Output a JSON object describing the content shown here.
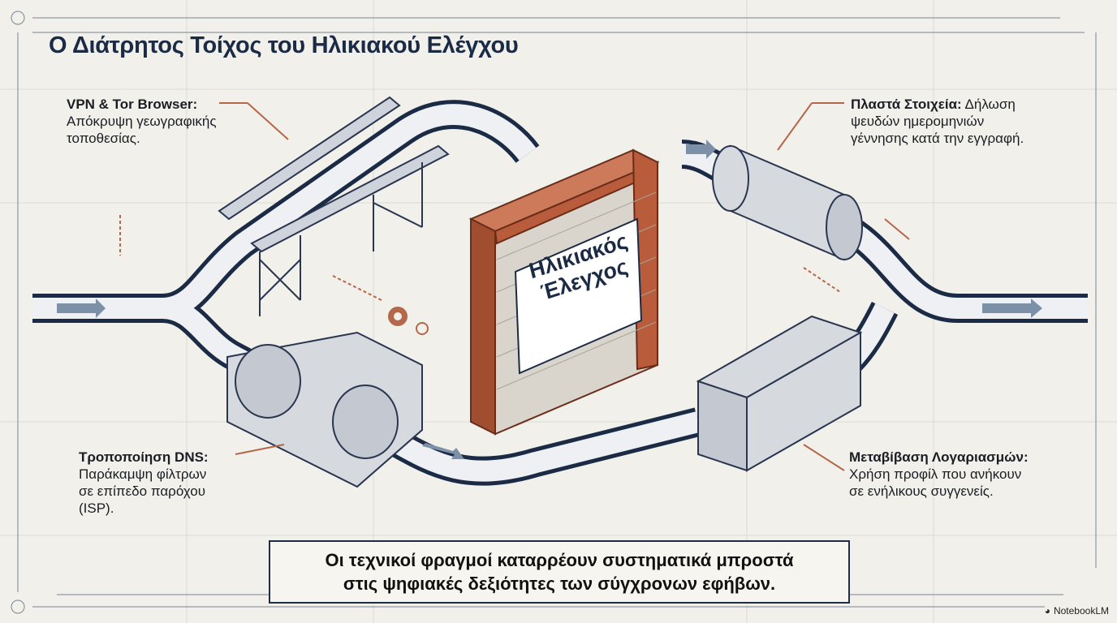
{
  "title": "Ο Διάτρητος Τοίχος του Ηλικιακού Ελέγχου",
  "wall_label": {
    "line1": "Ηλικιακός",
    "line2": "Έλεγχος"
  },
  "callouts": {
    "vpn": {
      "heading": "VPN & Tor Browser:",
      "text1": "Απόκρυψη γεωγραφικής",
      "text2": "τοποθεσίας."
    },
    "fake": {
      "heading": "Πλαστά Στοιχεία:",
      "text1": " Δήλωση",
      "text2": "ψευδών ημερομηνιών",
      "text3": "γέννησης κατά την εγγραφή."
    },
    "dns": {
      "heading": "Τροποποίηση DNS:",
      "text1": "Παράκαμψη φίλτρων",
      "text2": "σε επίπεδο παρόχου",
      "text3": "(ISP)."
    },
    "accounts": {
      "heading": "Μεταβίβαση Λογαριασμών:",
      "text1": "Χρήση προφίλ που ανήκουν",
      "text2": "σε ενήλικους συγγενείς."
    }
  },
  "conclusion": {
    "line1": "Οι τεχνικοί φραγμοί καταρρέουν συστηματικά μπροστά",
    "line2": "στις ψηφιακές δεξιότητες των σύγχρονων εφήβων."
  },
  "watermark": "NotebookLM",
  "colors": {
    "navy": "#1b2b45",
    "brick": "#b85c3c",
    "accent": "#b5674a",
    "paper": "#f1f0ea"
  }
}
